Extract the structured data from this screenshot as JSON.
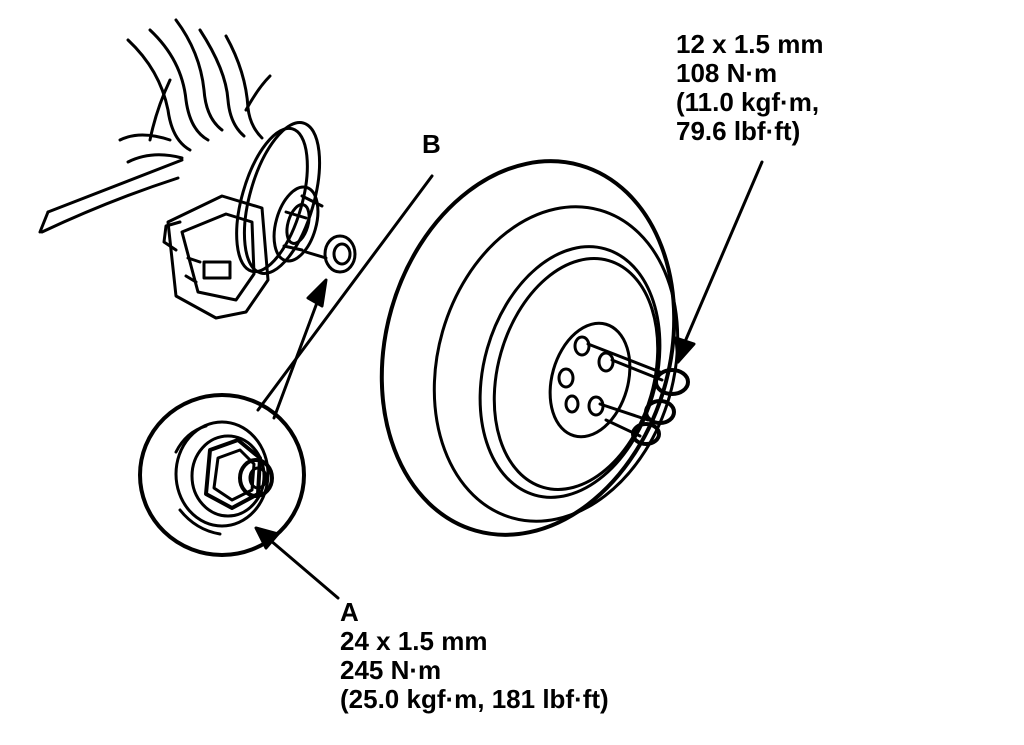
{
  "callouts": {
    "a": {
      "letter": "A",
      "size": "24 x 1.5 mm",
      "torque_nm": "245 N·m",
      "torque_alt": "(25.0 kgf·m, 181 lbf·ft)"
    },
    "b": {
      "letter": "B"
    },
    "lug_nut": {
      "size": "12 x 1.5 mm",
      "torque_nm": "108 N·m",
      "torque_alt_1": "(11.0 kgf·m,",
      "torque_alt_2": "79.6 lbf·ft)"
    }
  },
  "colors": {
    "ink": "#000000",
    "paper": "#ffffff"
  }
}
